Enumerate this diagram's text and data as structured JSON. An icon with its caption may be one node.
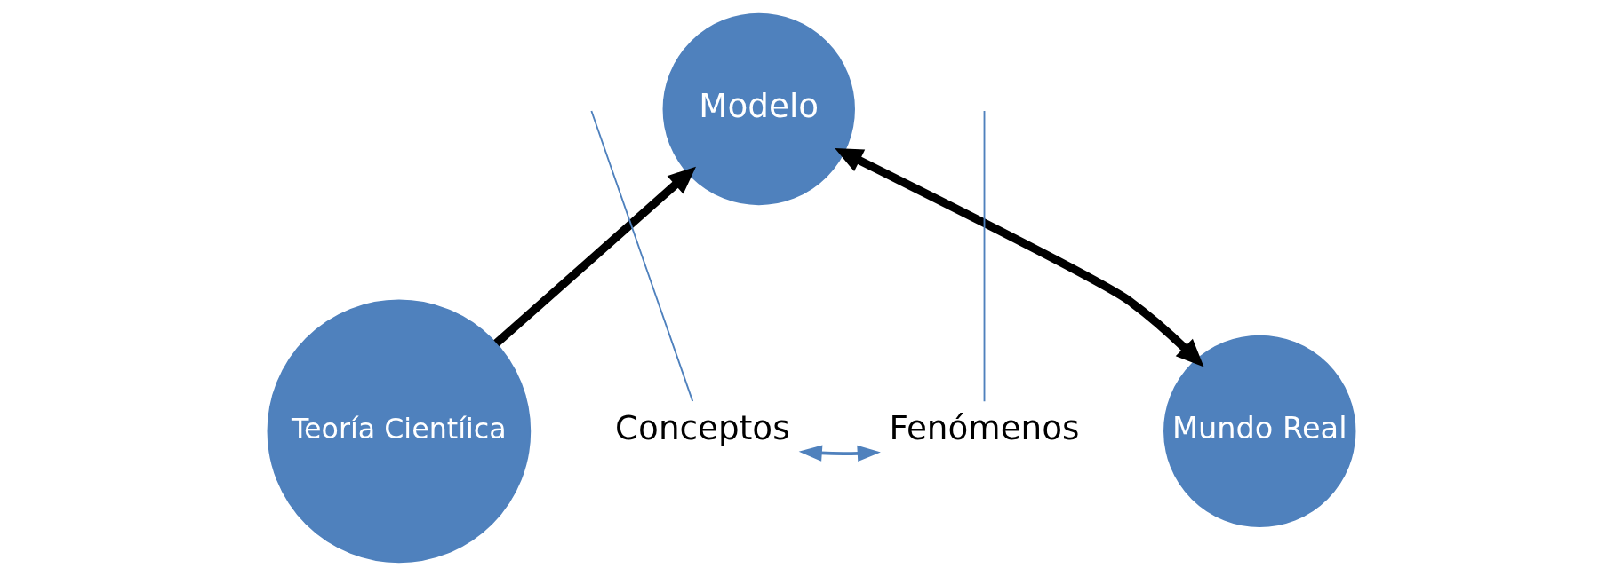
{
  "diagram": {
    "nodes": [
      {
        "text": [
          "Modelo"
        ]
      },
      {
        "text": [
          "Teoría Cientíica"
        ]
      },
      {
        "text": [
          "Mundo Real"
        ]
      },
      {
        "text": [
          "Conceptos"
        ]
      },
      {
        "text": [
          "Fenómenos"
        ]
      }
    ],
    "edges": [
      {
        "from": 1,
        "to": 0,
        "arrow": "to",
        "style": "thick",
        "color": "#000000"
      },
      {
        "from": 0,
        "to": 2,
        "arrow": "both",
        "style": "thick",
        "color": "#000000"
      },
      {
        "from": 3,
        "to": 4,
        "arrow": "both",
        "color": "#4f81bd"
      },
      {
        "from": 3,
        "to": null,
        "arrow": "none",
        "color": "#4f81bd"
      },
      {
        "from": 4,
        "to": null,
        "arrow": "none",
        "color": "#4f81bd"
      }
    ]
  }
}
